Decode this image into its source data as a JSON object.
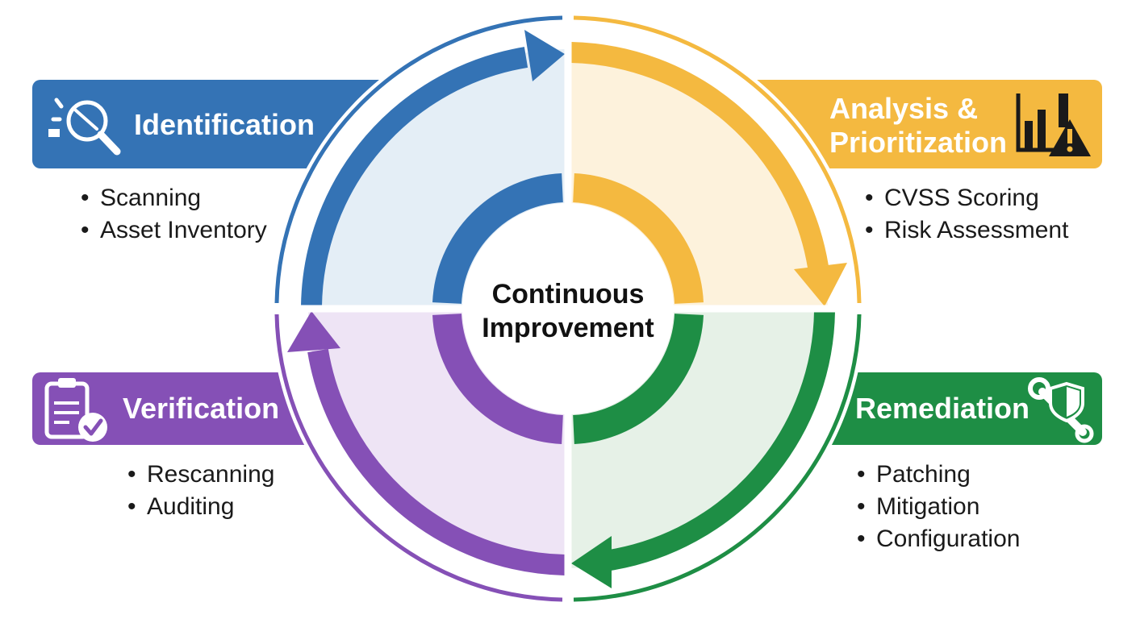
{
  "center": {
    "line1": "Continuous",
    "line2": "Improvement"
  },
  "colors": {
    "identification": "#3473B5",
    "analysis": "#F4B940",
    "remediation": "#1E8E45",
    "verification": "#8550B6",
    "identification_fill": "#E4EEF6",
    "analysis_fill": "#FDF2DC",
    "remediation_fill": "#E6F1E7",
    "verification_fill": "#EEE4F5"
  },
  "stages": {
    "identification": {
      "title": "Identification",
      "icon": "magnifying-glass-scan-icon",
      "items": [
        "Scanning",
        "Asset Inventory"
      ]
    },
    "analysis": {
      "title_line1": "Analysis &",
      "title_line2": "Prioritization",
      "icon": "bar-chart-warning-icon",
      "items": [
        "CVSS Scoring",
        "Risk Assessment"
      ]
    },
    "remediation": {
      "title": "Remediation",
      "icon": "wrench-shield-icon",
      "items": [
        "Patching",
        "Mitigation",
        "Configuration"
      ]
    },
    "verification": {
      "title": "Verification",
      "icon": "clipboard-check-icon",
      "items": [
        "Rescanning",
        "Auditing"
      ]
    }
  }
}
